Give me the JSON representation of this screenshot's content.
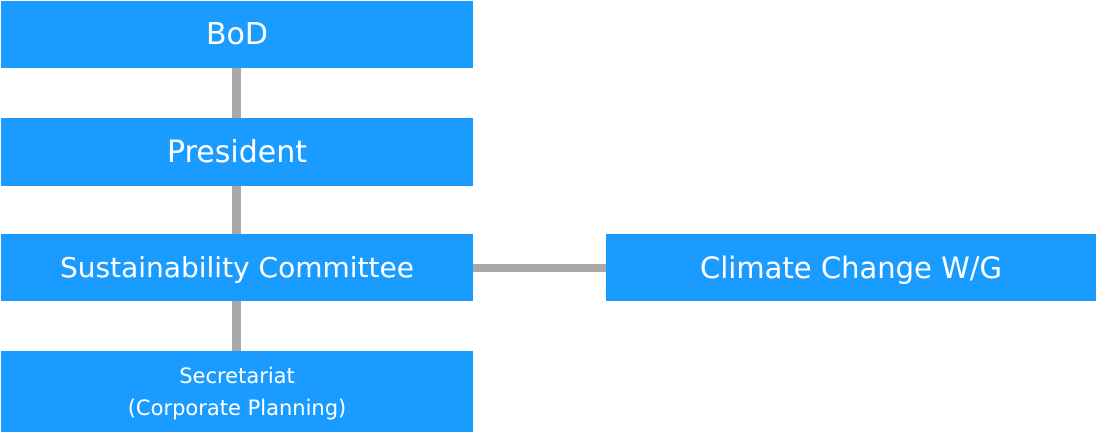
{
  "org_chart": {
    "bod": "BoD",
    "president": "President",
    "committee": "Sustainability Committee",
    "secretariat": {
      "line1": "Secretariat",
      "line2": "(Corporate Planning)"
    },
    "working_group": "Climate Change W/G"
  },
  "colors": {
    "box": "#1a9bff",
    "connector": "#a9a9a9",
    "text": "#ffffff"
  }
}
